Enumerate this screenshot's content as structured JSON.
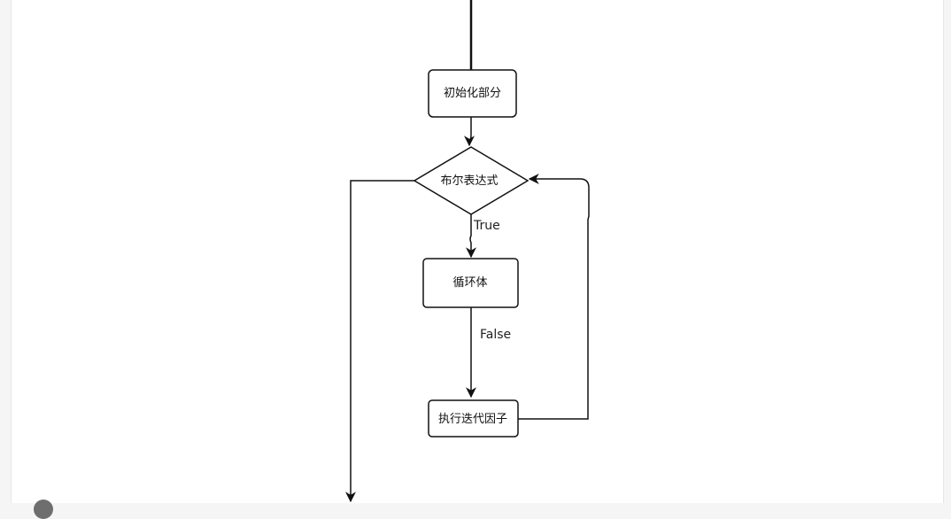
{
  "diagram": {
    "nodes": {
      "init": "初始化部分",
      "condition": "布尔表达式",
      "body": "循环体",
      "iterate": "执行迭代因子"
    },
    "edges": {
      "true_label": "True",
      "false_label": "False"
    }
  },
  "colors": {
    "stroke": "#111111",
    "fill": "#ffffff",
    "canvas": "#ffffff"
  }
}
